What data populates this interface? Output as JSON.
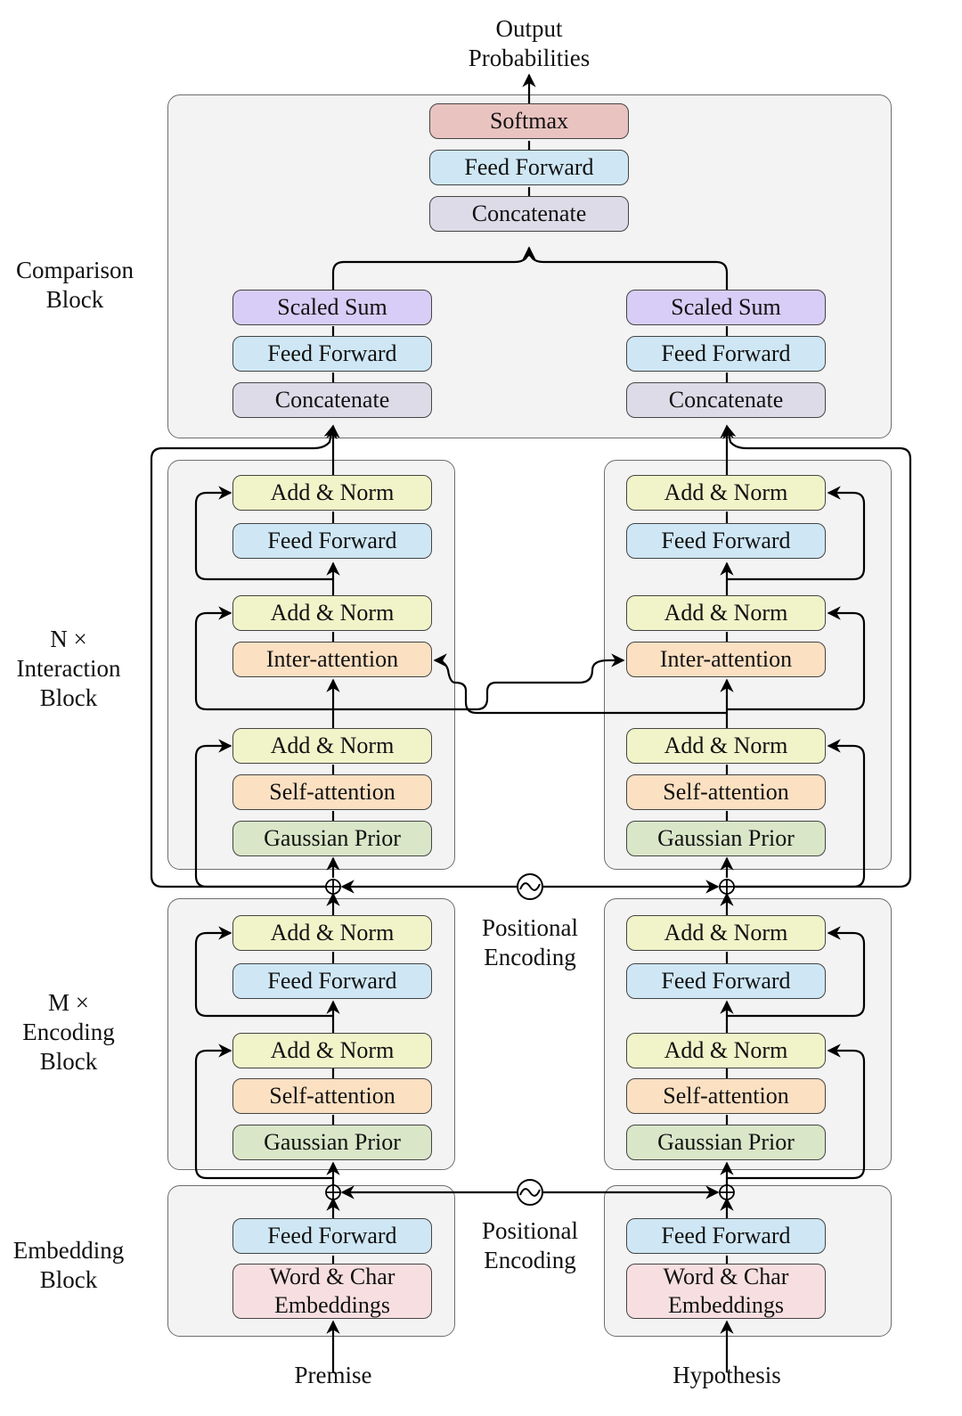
{
  "side_labels": {
    "comparison": [
      "Comparison",
      "Block"
    ],
    "interaction": [
      "N ×",
      "Interaction",
      "Block"
    ],
    "encoding": [
      "M ×",
      "Encoding",
      "Block"
    ],
    "embedding": [
      "Embedding",
      "Block"
    ]
  },
  "output_label": [
    "Output",
    "Probabilities"
  ],
  "inputs": {
    "premise": "Premise",
    "hypothesis": "Hypothesis"
  },
  "positional_encoding": [
    "Positional",
    "Encoding"
  ],
  "top": {
    "softmax": "Softmax",
    "feed_forward": "Feed Forward",
    "concatenate": "Concatenate"
  },
  "comparison_block": {
    "scaled_sum": "Scaled Sum",
    "feed_forward": "Feed Forward",
    "concatenate": "Concatenate"
  },
  "interaction_block": {
    "add_norm": "Add & Norm",
    "feed_forward": "Feed Forward",
    "inter_attention": "Inter-attention",
    "self_attention": "Self-attention",
    "gaussian_prior": "Gaussian Prior"
  },
  "encoding_block": {
    "add_norm": "Add & Norm",
    "feed_forward": "Feed Forward",
    "self_attention": "Self-attention",
    "gaussian_prior": "Gaussian Prior"
  },
  "embedding_block": {
    "feed_forward": "Feed Forward",
    "word_char": [
      "Word & Char",
      "Embeddings"
    ]
  },
  "colors": {
    "add_norm": "#f1f4c9",
    "feed_forward": "#cfe7f5",
    "self_attention": "#fbe0c2",
    "gaussian_prior": "#d9e6c8",
    "scaled_sum": "#d8cdf6",
    "concatenate": "#dedbe8",
    "softmax": "#e9c3c0",
    "embeddings": "#f7dfe1"
  }
}
